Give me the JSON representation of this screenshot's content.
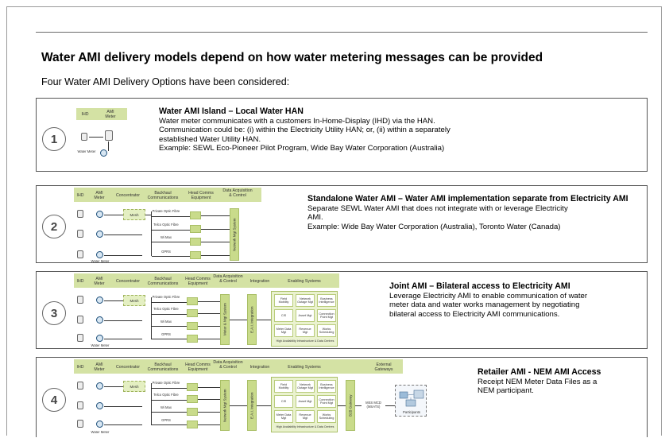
{
  "slide": {
    "title": "Water AMI delivery models depend on how water metering messages can be provided",
    "subtitle": "Four Water AMI Delivery Options have been considered:"
  },
  "options": [
    {
      "number": "1",
      "heading": "Water AMI Island – Local Water HAN",
      "lines": [
        "Water meter communicates with a customers In-Home-Display (IHD) via the HAN.",
        "Communication could be: (i) within the Electricity Utility HAN; or, (ii) within a separately",
        "established Water Utility HAN.",
        "Example:  SEWL Eco-Pioneer Pilot Program, Wide Bay Water Corporation (Australia)"
      ],
      "diagram": {
        "headers": [
          "IHD",
          "AMI Meter"
        ],
        "water_meter_label": "Water Meter"
      }
    },
    {
      "number": "2",
      "heading": "Standalone Water AMI – Water AMI implementation separate from Electricity AMI",
      "lines": [
        "Separate SEWL Water AMI that does not integrate with or leverage Electricity",
        "AMI.",
        "Example:  Wide Bay Water Corporation (Australia), Toronto Water (Canada)"
      ]
    },
    {
      "number": "3",
      "heading": "Joint AMI – Bilateral access to Electricity AMI",
      "lines": [
        "Leverage Electricity AMI to enable communication of water",
        "meter data and water works management by negotiating",
        "bilateral access to Electricity AMI communications."
      ]
    },
    {
      "number": "4",
      "heading": "Retailer AMI - NEM AMI Access",
      "lines": [
        "Receipt NEM Meter Data Files as a",
        "NEM participant."
      ]
    }
  ],
  "diagram_labels": {
    "headers": [
      "IHD",
      "AMI Meter",
      "Concentrator",
      "Backhaul Communications",
      "Head Comms Equipment",
      "Data Acquisition & Control",
      "Integration",
      "Enabling Systems",
      "External Gateways"
    ],
    "mesh": "Mesh",
    "backhaul": [
      "Private Optic Fibre",
      "Telco Optic Fibre",
      "Wi Max",
      "GPRS"
    ],
    "network_mgmt": "Network Mgt System",
    "meter_mgmt": "Meter & Mgt System",
    "eai": "E.A.I. Integration",
    "b2b": "B2B Gateway",
    "msats": "MSS MCD (MSATS)",
    "participants": "Participants",
    "water_meter": "Water Meter",
    "enabling": [
      "Field Mobility",
      "Network Outage Mgt",
      "Business Intelligence",
      "CIS",
      "Asset Mgt",
      "Connection Point Mgt",
      "Meter Data Mgt",
      "Revenue Mgt",
      "Works Scheduling"
    ],
    "enabling_footer": "High Availability Infrastructure & Data Centres"
  },
  "colors": {
    "accent_green": "#c9db8b",
    "header_green": "#d4e2a4",
    "frame_gray": "#555555"
  }
}
